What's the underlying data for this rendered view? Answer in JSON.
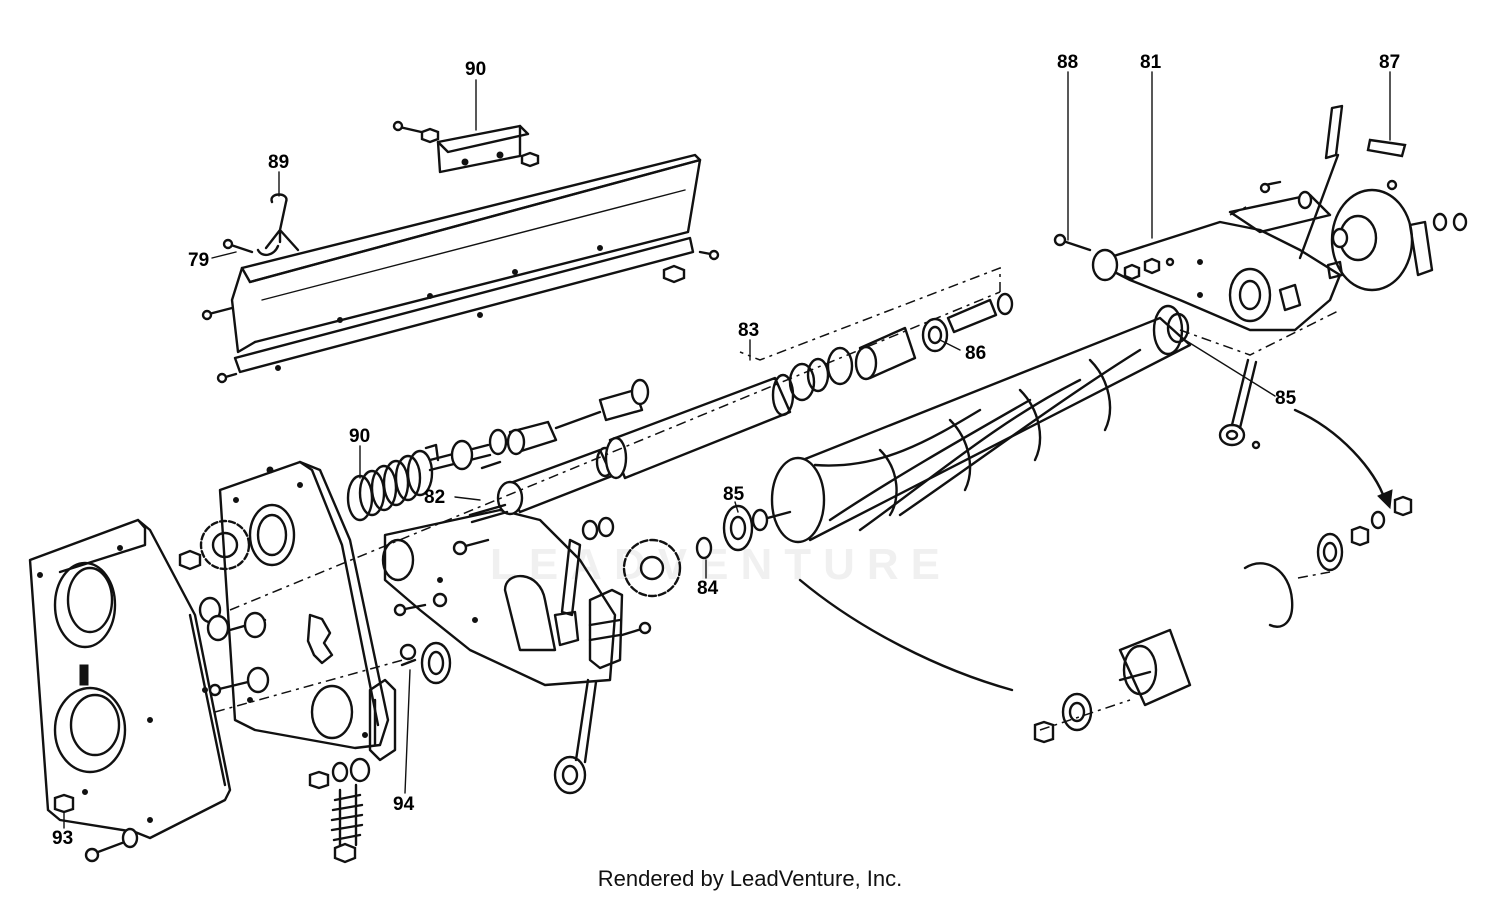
{
  "diagram": {
    "callouts": [
      "90",
      "89",
      "79",
      "83",
      "90",
      "82",
      "85",
      "84",
      "88",
      "81",
      "87",
      "86",
      "85",
      "93",
      "94"
    ],
    "watermark": "LEADVENTURE",
    "credit": "Rendered by LeadVenture, Inc."
  }
}
